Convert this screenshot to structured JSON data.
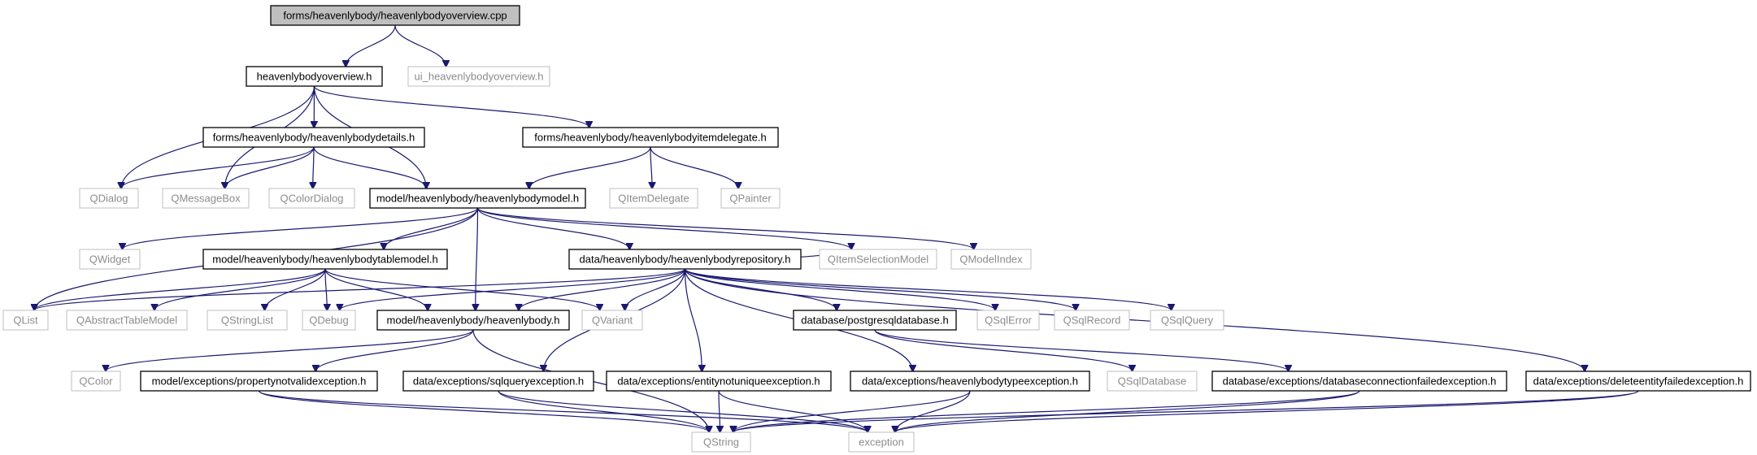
{
  "graph": {
    "nodes": [
      {
        "id": "root",
        "label": "forms/heavenlybody/heavenlybodyoverview.cpp",
        "kind": "root"
      },
      {
        "id": "overview_h",
        "label": "heavenlybodyoverview.h",
        "kind": "local"
      },
      {
        "id": "ui_overview_h",
        "label": "ui_heavenlybodyoverview.h",
        "kind": "external"
      },
      {
        "id": "details_h",
        "label": "forms/heavenlybody/heavenlybodydetails.h",
        "kind": "local"
      },
      {
        "id": "itemdelegate_h",
        "label": "forms/heavenlybody/heavenlybodyitemdelegate.h",
        "kind": "local"
      },
      {
        "id": "QDialog",
        "label": "QDialog",
        "kind": "external"
      },
      {
        "id": "QMessageBox",
        "label": "QMessageBox",
        "kind": "external"
      },
      {
        "id": "QColorDialog",
        "label": "QColorDialog",
        "kind": "external"
      },
      {
        "id": "model_h",
        "label": "model/heavenlybody/heavenlybodymodel.h",
        "kind": "local"
      },
      {
        "id": "QItemDelegate",
        "label": "QItemDelegate",
        "kind": "external"
      },
      {
        "id": "QPainter",
        "label": "QPainter",
        "kind": "external"
      },
      {
        "id": "QWidget",
        "label": "QWidget",
        "kind": "external"
      },
      {
        "id": "tablemodel_h",
        "label": "model/heavenlybody/heavenlybodytablemodel.h",
        "kind": "local"
      },
      {
        "id": "repository_h",
        "label": "data/heavenlybody/heavenlybodyrepository.h",
        "kind": "local"
      },
      {
        "id": "QItemSelectionModel",
        "label": "QItemSelectionModel",
        "kind": "external"
      },
      {
        "id": "QModelIndex",
        "label": "QModelIndex",
        "kind": "external"
      },
      {
        "id": "QList",
        "label": "QList",
        "kind": "external"
      },
      {
        "id": "QAbstractTableModel",
        "label": "QAbstractTableModel",
        "kind": "external"
      },
      {
        "id": "QStringList",
        "label": "QStringList",
        "kind": "external"
      },
      {
        "id": "QDebug",
        "label": "QDebug",
        "kind": "external"
      },
      {
        "id": "body_h",
        "label": "model/heavenlybody/heavenlybody.h",
        "kind": "local"
      },
      {
        "id": "QVariant",
        "label": "QVariant",
        "kind": "external"
      },
      {
        "id": "postgres_h",
        "label": "database/postgresqldatabase.h",
        "kind": "local"
      },
      {
        "id": "QSqlError",
        "label": "QSqlError",
        "kind": "external"
      },
      {
        "id": "QSqlRecord",
        "label": "QSqlRecord",
        "kind": "external"
      },
      {
        "id": "QSqlQuery",
        "label": "QSqlQuery",
        "kind": "external"
      },
      {
        "id": "QColor",
        "label": "QColor",
        "kind": "external"
      },
      {
        "id": "propnotvalid_h",
        "label": "model/exceptions/propertynotvalidexception.h",
        "kind": "local"
      },
      {
        "id": "sqlquery_h",
        "label": "data/exceptions/sqlqueryexception.h",
        "kind": "local"
      },
      {
        "id": "entitynotunique_h",
        "label": "data/exceptions/entitynotuniqueexception.h",
        "kind": "local"
      },
      {
        "id": "bodytype_h",
        "label": "data/exceptions/heavenlybodytypeexception.h",
        "kind": "local"
      },
      {
        "id": "QSqlDatabase",
        "label": "QSqlDatabase",
        "kind": "external"
      },
      {
        "id": "dbconnfailed_h",
        "label": "database/exceptions/databaseconnectionfailedexception.h",
        "kind": "local"
      },
      {
        "id": "deleteentity_h",
        "label": "data/exceptions/deleteentityfailedexception.h",
        "kind": "local"
      },
      {
        "id": "QString",
        "label": "QString",
        "kind": "external"
      },
      {
        "id": "exception",
        "label": "exception",
        "kind": "external"
      }
    ],
    "edges": [
      [
        "root",
        "overview_h"
      ],
      [
        "root",
        "ui_overview_h"
      ],
      [
        "overview_h",
        "QDialog"
      ],
      [
        "overview_h",
        "QMessageBox"
      ],
      [
        "overview_h",
        "details_h"
      ],
      [
        "overview_h",
        "model_h"
      ],
      [
        "overview_h",
        "itemdelegate_h"
      ],
      [
        "details_h",
        "QDialog"
      ],
      [
        "details_h",
        "QMessageBox"
      ],
      [
        "details_h",
        "QColorDialog"
      ],
      [
        "details_h",
        "model_h"
      ],
      [
        "itemdelegate_h",
        "model_h"
      ],
      [
        "itemdelegate_h",
        "QItemDelegate"
      ],
      [
        "itemdelegate_h",
        "QPainter"
      ],
      [
        "model_h",
        "QWidget"
      ],
      [
        "model_h",
        "tablemodel_h"
      ],
      [
        "model_h",
        "repository_h"
      ],
      [
        "model_h",
        "QItemSelectionModel"
      ],
      [
        "model_h",
        "QModelIndex"
      ],
      [
        "model_h",
        "QList"
      ],
      [
        "model_h",
        "body_h"
      ],
      [
        "tablemodel_h",
        "QList"
      ],
      [
        "tablemodel_h",
        "QAbstractTableModel"
      ],
      [
        "tablemodel_h",
        "QStringList"
      ],
      [
        "tablemodel_h",
        "QDebug"
      ],
      [
        "tablemodel_h",
        "body_h"
      ],
      [
        "tablemodel_h",
        "QVariant"
      ],
      [
        "repository_h",
        "QList"
      ],
      [
        "repository_h",
        "QDebug"
      ],
      [
        "repository_h",
        "body_h"
      ],
      [
        "repository_h",
        "QVariant"
      ],
      [
        "repository_h",
        "postgres_h"
      ],
      [
        "repository_h",
        "QSqlError"
      ],
      [
        "repository_h",
        "QSqlRecord"
      ],
      [
        "repository_h",
        "QSqlQuery"
      ],
      [
        "repository_h",
        "QItemSelectionModel"
      ],
      [
        "repository_h",
        "sqlquery_h"
      ],
      [
        "repository_h",
        "entitynotunique_h"
      ],
      [
        "repository_h",
        "bodytype_h"
      ],
      [
        "repository_h",
        "deleteentity_h"
      ],
      [
        "body_h",
        "QColor"
      ],
      [
        "body_h",
        "propnotvalid_h"
      ],
      [
        "body_h",
        "QString"
      ],
      [
        "postgres_h",
        "QSqlDatabase"
      ],
      [
        "postgres_h",
        "dbconnfailed_h"
      ],
      [
        "propnotvalid_h",
        "QString"
      ],
      [
        "propnotvalid_h",
        "exception"
      ],
      [
        "sqlquery_h",
        "QString"
      ],
      [
        "sqlquery_h",
        "exception"
      ],
      [
        "entitynotunique_h",
        "QString"
      ],
      [
        "entitynotunique_h",
        "exception"
      ],
      [
        "bodytype_h",
        "QString"
      ],
      [
        "bodytype_h",
        "exception"
      ],
      [
        "dbconnfailed_h",
        "QString"
      ],
      [
        "dbconnfailed_h",
        "exception"
      ],
      [
        "deleteentity_h",
        "QString"
      ],
      [
        "deleteentity_h",
        "exception"
      ]
    ]
  },
  "colors": {
    "edge": "#191970",
    "root_fill": "#bfbfbf",
    "local_border": "#000000",
    "external_border": "#bfbfbf",
    "external_text": "#8c8c8c"
  }
}
